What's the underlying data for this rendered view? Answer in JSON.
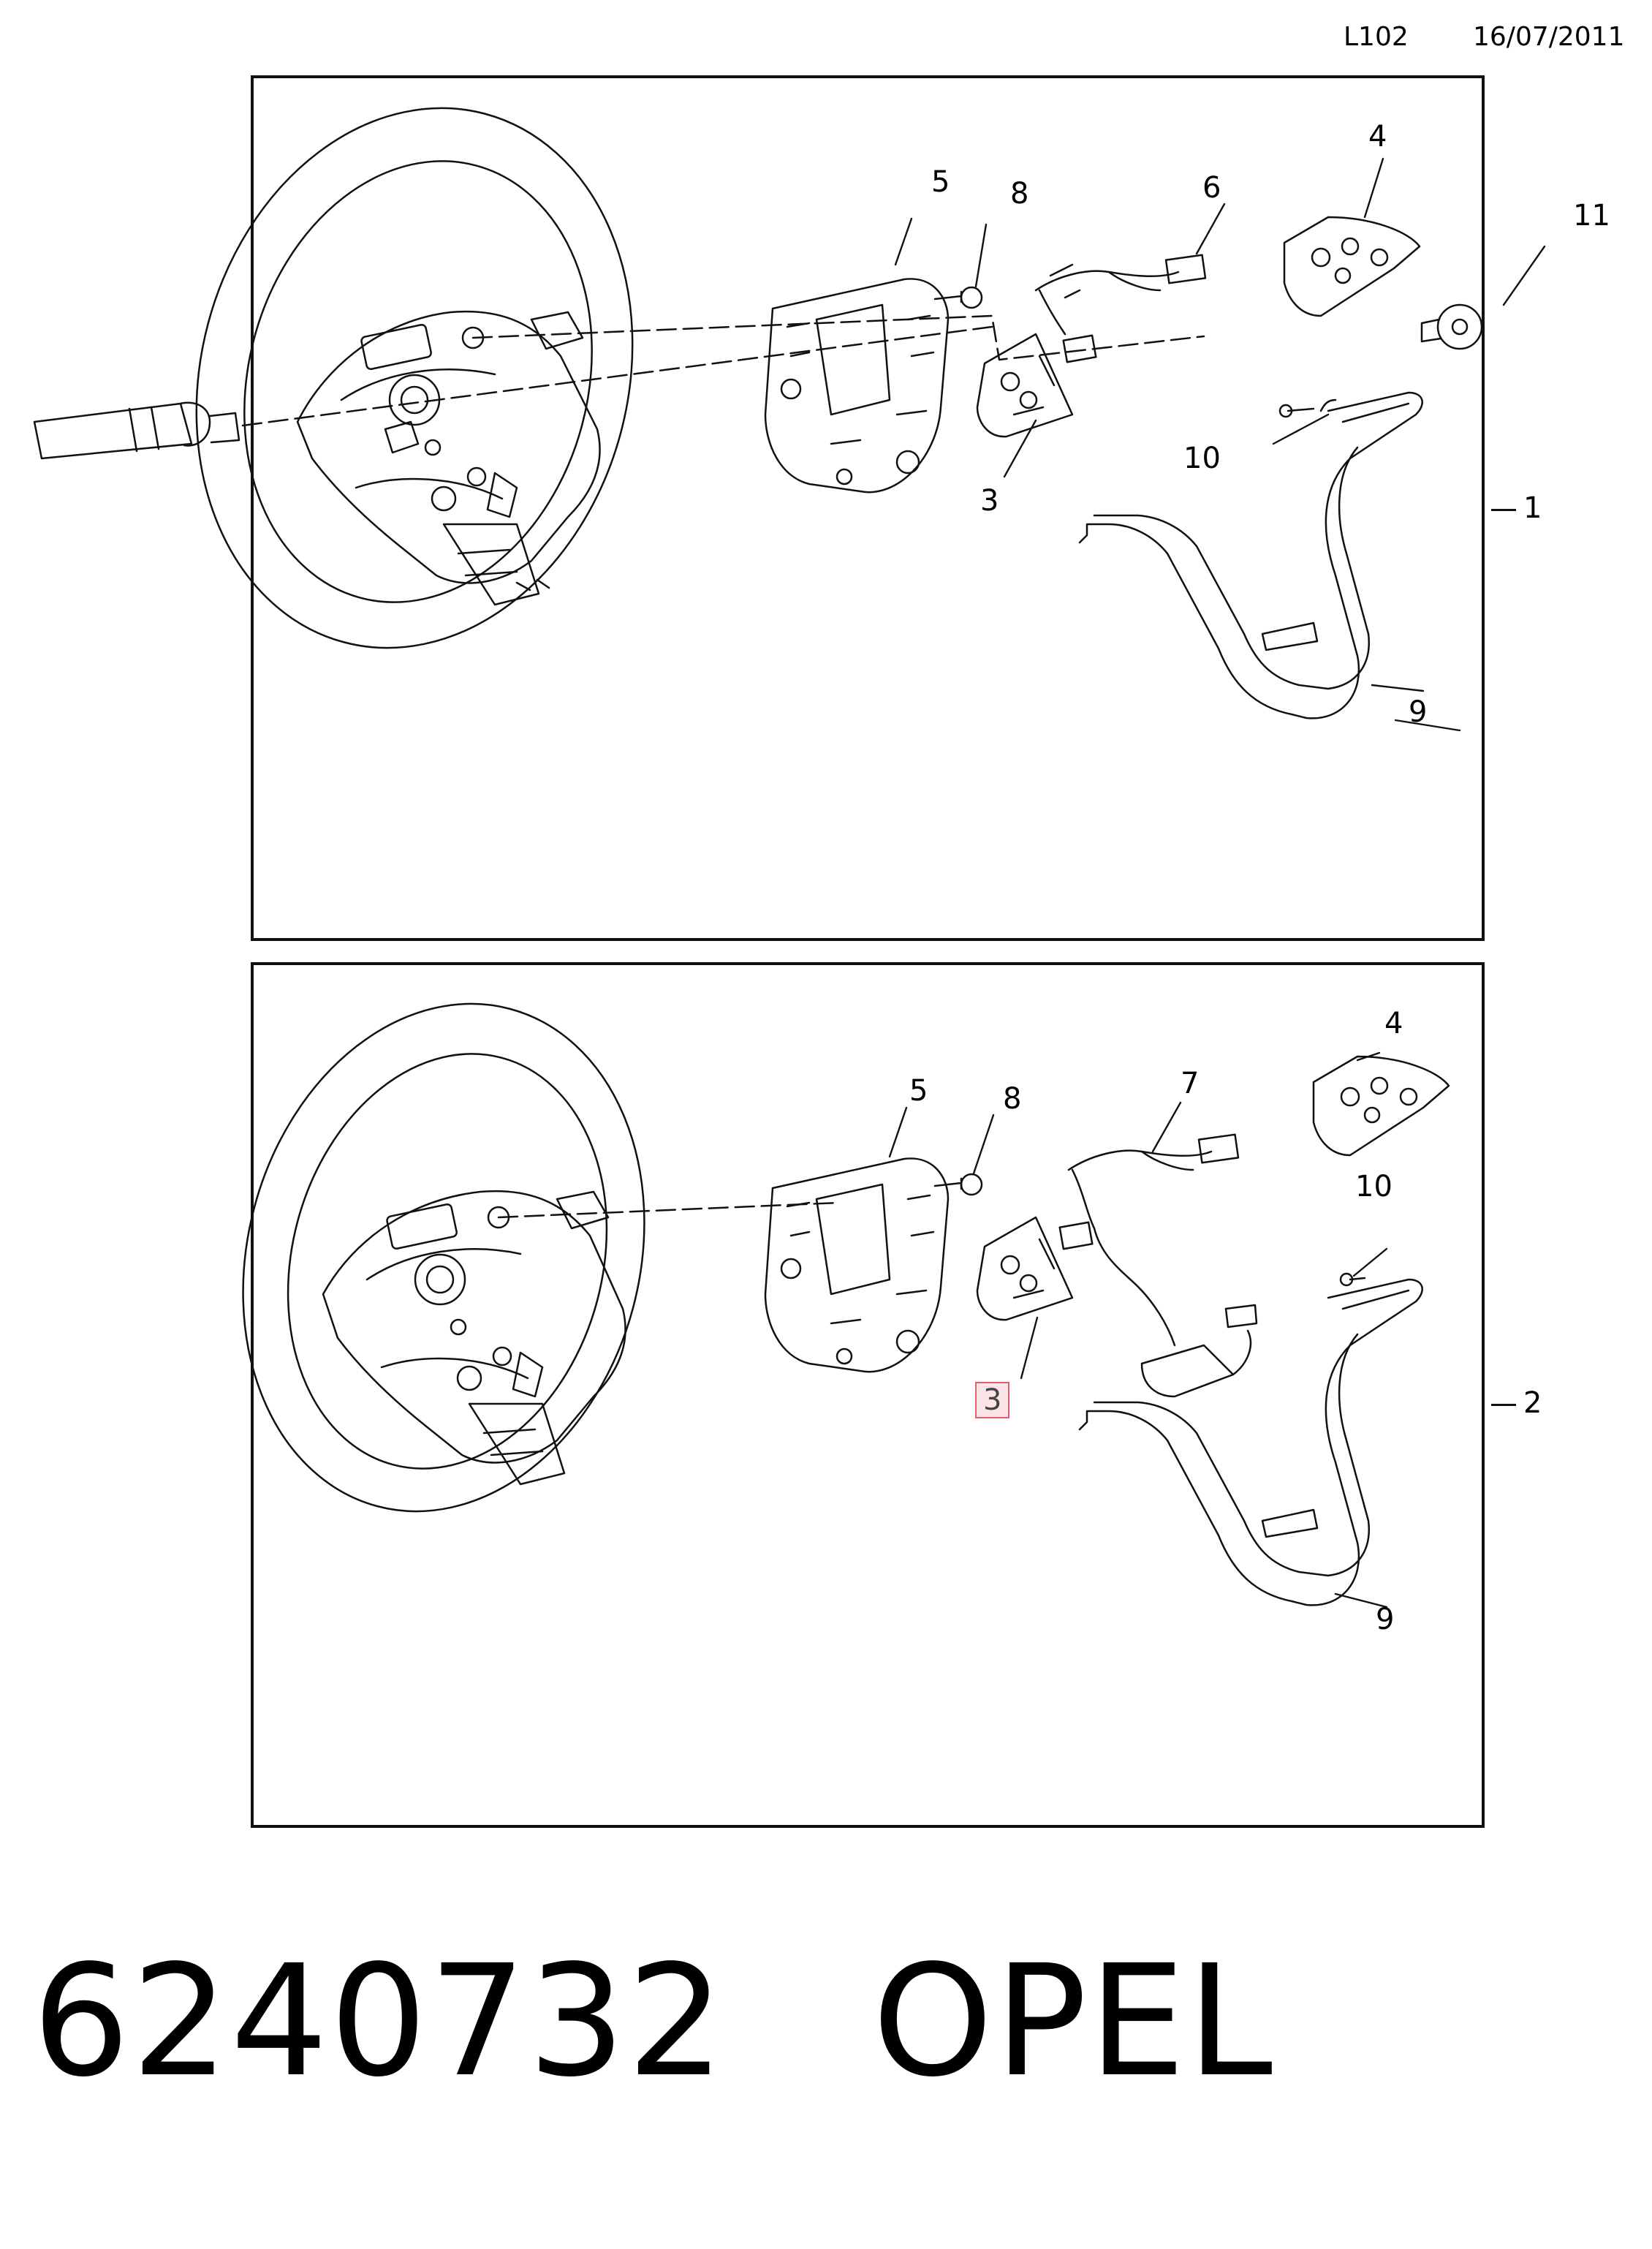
{
  "header": {
    "code": "L102",
    "date": "16/07/2011"
  },
  "panels": [
    {
      "ref": "1",
      "callouts": [
        "5",
        "8",
        "6",
        "4",
        "11",
        "3",
        "10",
        "9"
      ]
    },
    {
      "ref": "2",
      "callouts": [
        "5",
        "8",
        "7",
        "4",
        "10",
        "3",
        "9"
      ]
    }
  ],
  "highlighted_callout": "3",
  "footer": {
    "part_number": "6240732",
    "brand": "OPEL"
  }
}
